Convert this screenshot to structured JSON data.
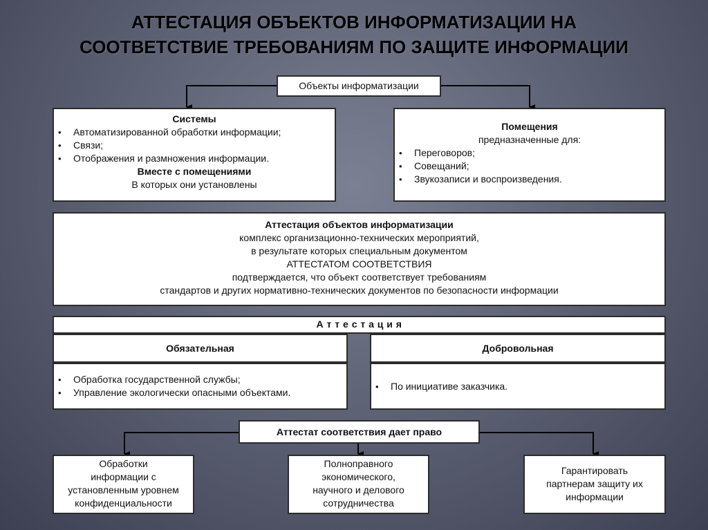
{
  "title": {
    "line1": "АТТЕСТАЦИЯ ОБЪЕКТОВ ИНФОРМАТИЗАЦИИ НА",
    "line2": "СООТВЕТСТВИЕ ТРЕБОВАНИЯМ ПО ЗАЩИТЕ ИНФОРМАЦИИ"
  },
  "objects": {
    "label": "Объекты информатизации"
  },
  "systems": {
    "heading": "Системы",
    "items": [
      "Автоматизированной обработки информации;",
      "Связи;",
      "Отображения и размножения информации."
    ],
    "subheading": "Вместе с помещениями",
    "subtext": "В которых они установлены"
  },
  "premises": {
    "heading": "Помещения",
    "intro": "предназначенные для:",
    "items": [
      "Переговоров;",
      "Совещаний;",
      "Звукозаписи и воспроизведения."
    ]
  },
  "definition": {
    "heading": "Аттестация объектов информатизации",
    "lines": [
      "комплекс организационно-технических мероприятий,",
      "в результате которых специальным документом",
      "АТТЕСТАТОМ СООТВЕТСТВИЯ",
      "подтверждается, что объект соответствует требованиям",
      "стандартов и других нормативно-технических документов по безопасности информации"
    ]
  },
  "attestation": {
    "label": "А т т е с т а ц и я",
    "mandatory": {
      "label": "Обязательная",
      "items": [
        "Обработка государственной службы;",
        "Управление экологически опасными объектами."
      ]
    },
    "voluntary": {
      "label": "Добровольная",
      "items": [
        "По инициативе заказчика."
      ]
    }
  },
  "certificate": {
    "label": "Аттестат соответствия дает право"
  },
  "rights": [
    {
      "lines": [
        "Обработки",
        "информации с",
        "установленным уровнем",
        "конфиденциальности"
      ]
    },
    {
      "lines": [
        "Полноправного",
        "экономического,",
        "научного и делового",
        "сотрудничества"
      ]
    },
    {
      "lines": [
        "Гарантировать",
        "партнерам защиту их",
        "информации"
      ]
    }
  ]
}
